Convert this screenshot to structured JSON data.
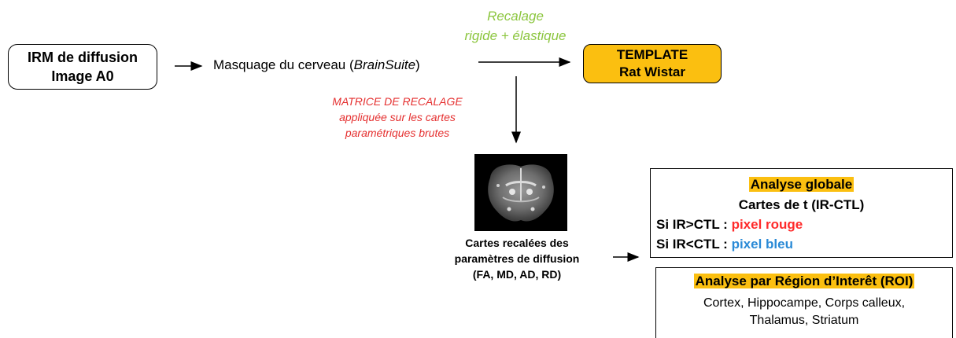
{
  "irm_box": {
    "line1": "IRM de diffusion",
    "line2": "Image A0"
  },
  "masquage": {
    "prefix": "Masquage du cerveau (",
    "italic": "BrainSuite",
    "suffix": ")"
  },
  "recalage": {
    "line1": "Recalage",
    "line2": "rigide + élastique"
  },
  "template_box": {
    "line1": "TEMPLATE",
    "line2": "Rat Wistar"
  },
  "matrice": {
    "line1": "MATRICE DE RECALAGE",
    "line2": "appliquée sur les cartes",
    "line3": "paramétriques brutes"
  },
  "cartes": {
    "line1": "Cartes recalées des",
    "line2": "paramètres de diffusion",
    "line3": "(FA, MD, AD, RD)"
  },
  "global_box": {
    "title": "Analyse globale",
    "subtitle": "Cartes de t (IR-CTL)",
    "rule1_label": "Si IR>CTL : ",
    "rule1_value": "pixel rouge",
    "rule2_label": "Si IR<CTL : ",
    "rule2_value": "pixel bleu"
  },
  "roi_box": {
    "title": "Analyse par Région d’Interêt (ROI)",
    "line1": "Cortex, Hippocampe, Corps calleux,",
    "line2": "Thalamus, Striatum"
  },
  "colors": {
    "template_fill": "#fbbf10",
    "recalage_text": "#8cc63f",
    "matrice_text": "#e53030",
    "rouge": "#ff2a2a",
    "bleu": "#2a8ad6"
  }
}
